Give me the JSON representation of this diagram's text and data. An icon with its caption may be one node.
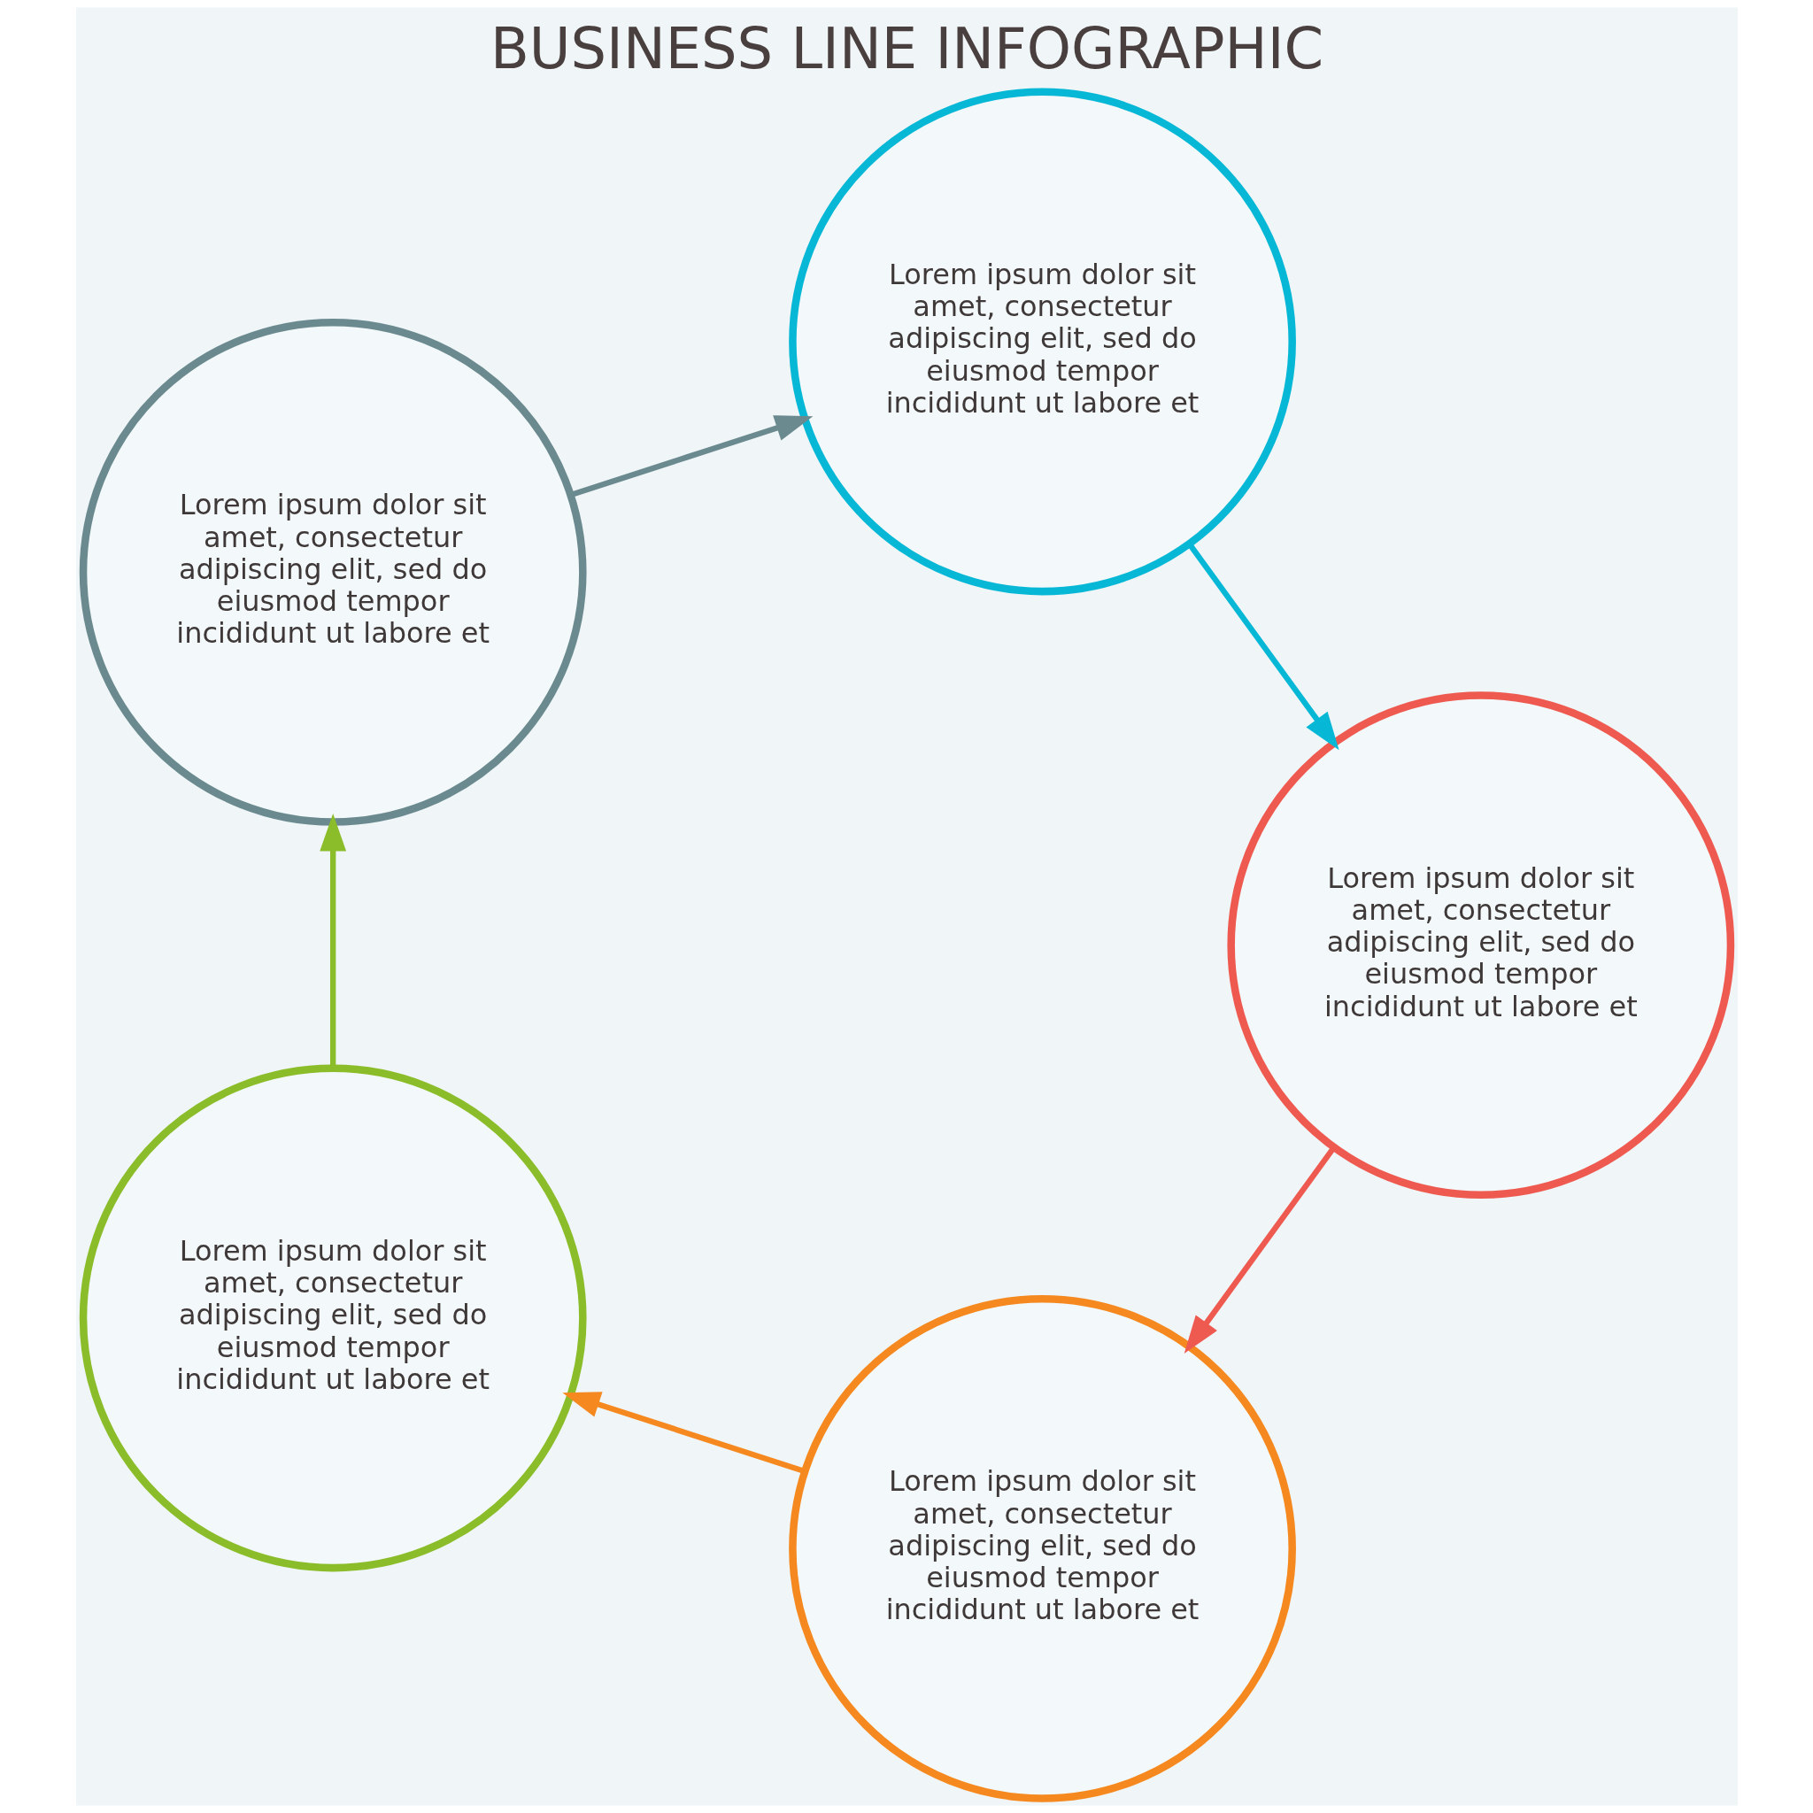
{
  "diagram": {
    "title": "BUSINESS LINE INFOGRAPHIC",
    "nodes": [
      {
        "text": [
          "Lorem ipsum dolor sit amet, consectetur adipiscing elit, sed do eiusmod tempor incididunt ut labore et"
        ]
      },
      {
        "text": [
          "Lorem ipsum dolor sit amet, consectetur adipiscing elit, sed do eiusmod tempor incididunt ut labore et"
        ]
      },
      {
        "text": [
          "Lorem ipsum dolor sit amet, consectetur adipiscing elit, sed do eiusmod tempor incididunt ut labore et"
        ]
      },
      {
        "text": [
          "Lorem ipsum dolor sit amet, consectetur adipiscing elit, sed do eiusmod tempor incididunt ut labore et"
        ]
      },
      {
        "text": [
          "Lorem ipsum dolor sit amet, consectetur adipiscing elit, sed do eiusmod tempor incididunt ut labore et"
        ]
      }
    ],
    "edges": [
      {
        "from": 0,
        "to": 2,
        "arrow": "to",
        "color": "#f5891f"
      },
      {
        "from": 2,
        "to": 4,
        "arrow": "to",
        "color": "#8bbd2a"
      },
      {
        "from": 4,
        "to": 3,
        "arrow": "to",
        "color": "#6b8a8f"
      },
      {
        "from": 3,
        "to": 1,
        "arrow": "to",
        "color": "#07b8d6"
      },
      {
        "from": 1,
        "to": 0,
        "arrow": "to",
        "color": "#ee5a50"
      }
    ]
  }
}
